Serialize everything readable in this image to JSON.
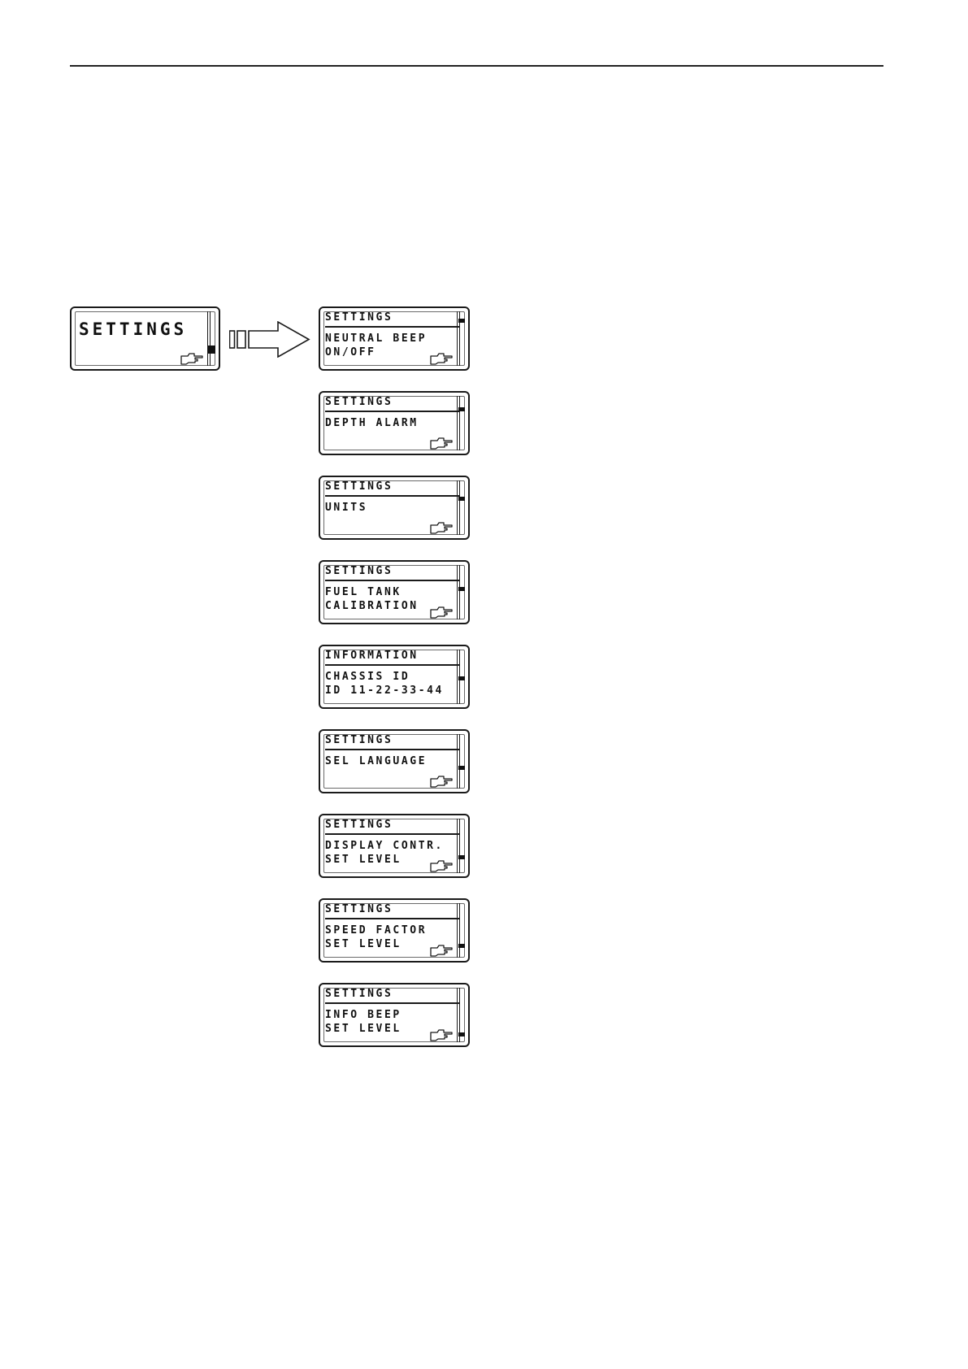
{
  "main_screen": {
    "title": "SETTINGS",
    "scroll_position": 0.7
  },
  "menu_screens": [
    {
      "title": "SETTINGS",
      "line1": "NEUTRAL BEEP",
      "line2": "ON/OFF",
      "has_hand": true,
      "scroll_position": 0.12
    },
    {
      "title": "SETTINGS",
      "line1": "DEPTH ALARM",
      "line2": "",
      "has_hand": true,
      "scroll_position": 0.22
    },
    {
      "title": "SETTINGS",
      "line1": "UNITS",
      "line2": "",
      "has_hand": true,
      "scroll_position": 0.32
    },
    {
      "title": "SETTINGS",
      "line1": "FUEL TANK",
      "line2": "CALIBRATION",
      "has_hand": true,
      "scroll_position": 0.44
    },
    {
      "title": "INFORMATION",
      "line1": "CHASSIS ID",
      "line2": "ID 11-22-33-44",
      "has_hand": false,
      "scroll_position": 0.55
    },
    {
      "title": "SETTINGS",
      "line1": "SEL LANGUAGE",
      "line2": "",
      "has_hand": true,
      "scroll_position": 0.66
    },
    {
      "title": "SETTINGS",
      "line1": "DISPLAY CONTR.",
      "line2": "SET LEVEL",
      "has_hand": true,
      "scroll_position": 0.76
    },
    {
      "title": "SETTINGS",
      "line1": "SPEED FACTOR",
      "line2": "SET LEVEL",
      "has_hand": true,
      "scroll_position": 0.86
    },
    {
      "title": "SETTINGS",
      "line1": "INFO BEEP",
      "line2": "SET LEVEL",
      "has_hand": true,
      "scroll_position": 0.95
    }
  ],
  "icons": {
    "hand": "pointing-hand-icon",
    "arrow": "right-arrow-icon"
  }
}
